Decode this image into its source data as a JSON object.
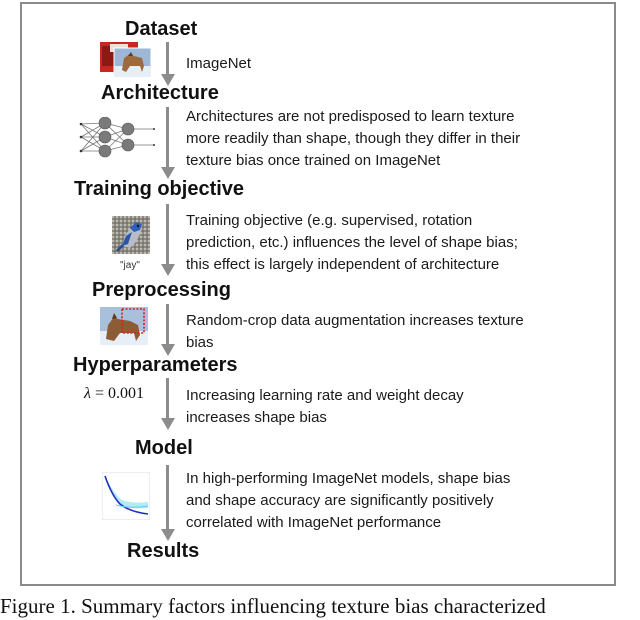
{
  "figure": {
    "caption": "Figure 1. Summary factors influencing texture bias characterized",
    "colors": {
      "frame": "#8a8a8a",
      "arrow": "#8c8c8c",
      "text": "#111111"
    },
    "stages": [
      {
        "title": "Dataset",
        "description": [
          "ImageNet"
        ],
        "icon": "imagenet-photos-icon"
      },
      {
        "title": "Architecture",
        "description": [
          "Architectures are not predisposed to learn texture",
          "more readily than shape, though they differ in their",
          "texture bias once trained on ImageNet"
        ],
        "icon": "neural-network-icon"
      },
      {
        "title": "Training objective",
        "description": [
          "Training objective (e.g. supervised, rotation",
          "prediction, etc.) influences the level of shape bias;",
          "this effect is largely independent of architecture"
        ],
        "icon": "blue-jay-photo-icon",
        "icon_label": "\"jay\""
      },
      {
        "title": "Preprocessing",
        "description": [
          "Random-crop data augmentation increases texture",
          "bias"
        ],
        "icon": "random-crop-photo-icon"
      },
      {
        "title": "Hyperparameters",
        "description": [
          "Increasing learning rate and weight decay",
          "increases shape bias"
        ],
        "icon_text": {
          "symbol": "λ",
          "rest": " = 0.001"
        }
      },
      {
        "title": "Model",
        "description": [
          "In high-performing ImageNet models, shape bias",
          "and shape accuracy are significantly positively",
          "correlated with ImageNet performance"
        ],
        "icon": "performance-curve-icon"
      },
      {
        "title": "Results",
        "description": []
      }
    ]
  }
}
